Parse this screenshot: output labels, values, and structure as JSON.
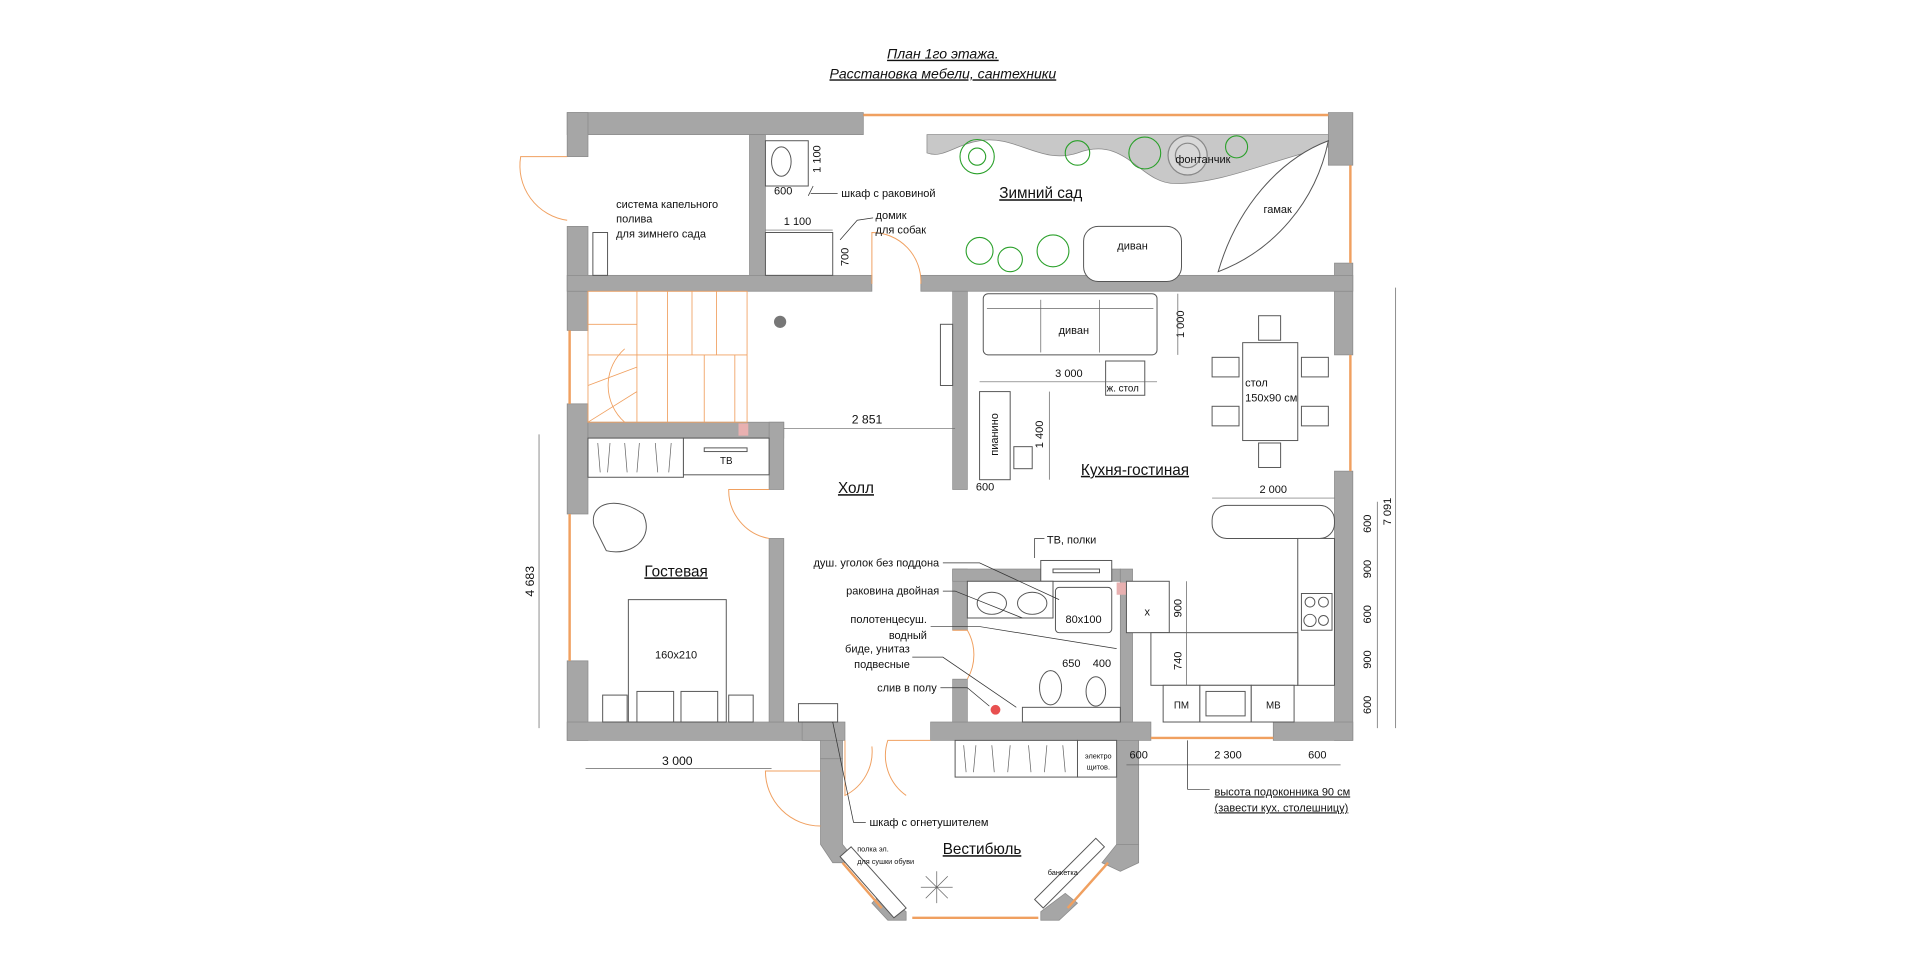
{
  "title": {
    "line1": "План 1го этажа.",
    "line2": "Расстановка мебели, сантехники"
  },
  "rooms": {
    "winter_garden": "Зимний сад",
    "hall": "Холл",
    "guest": "Гостевая",
    "kitchen_living": "Кухня-гостиная",
    "vestibule": "Вестибюль"
  },
  "labels": {
    "drip_1": "система капельного",
    "drip_2": "полива",
    "drip_3": "для зимнего сада",
    "sink_cabinet": "шкаф с раковиной",
    "dog_house_1": "домик",
    "dog_house_2": "для собак",
    "fountain": "фонтанчик",
    "hammock": "гамак",
    "sofa_garden": "диван",
    "sofa_living": "диван",
    "coffee_table": "ж. стол",
    "table_1": "стол",
    "table_2": "150x90 см",
    "piano": "пианино",
    "tv_guest": "ТВ",
    "bed": "160x210",
    "tv_shelves": "ТВ, полки",
    "shower": "душ. уголок без поддона",
    "double_sink": "раковина двойная",
    "towel_1": "полотенцесуш.",
    "towel_2": "водный",
    "bidet_1": "биде, унитаз",
    "bidet_2": "подвесные",
    "drain": "слив в полу",
    "shower_size": "80x100",
    "fridge": "х",
    "dishwasher": "ПМ",
    "microwave": "МВ",
    "panel_1": "электро",
    "panel_2": "щитов.",
    "extinguisher": "шкаф с огнетушителем",
    "shoe_shelf_1": "полка эл.",
    "shoe_shelf_2": "для сушки обуви",
    "bench": "банкетка",
    "sill_1": "высота подоконника 90 см",
    "sill_2": "(завести кух. столешницу)"
  },
  "dimensions": {
    "sink_h": "1 100",
    "sink_w": "600",
    "dog_w": "1 100",
    "dog_h": "700",
    "sofa_depth": "1 000",
    "sofa_len": "3 000",
    "piano_len": "1 400",
    "piano_w": "600",
    "hall_w": "2 851",
    "island": "2 000",
    "fridge_h": "900",
    "counter_h": "740",
    "wc": "650",
    "bidet": "400",
    "win_l": "600",
    "win_mid": "2 300",
    "win_r": "600",
    "guest_w": "3 000",
    "guest_h": "4 683",
    "kitchen_total": "7 091",
    "k1": "600",
    "k2": "900",
    "k3": "600",
    "k4": "900",
    "k5": "600"
  },
  "colors": {
    "wall": "#a6a6a6",
    "window": "#f0a060",
    "plant": "#2aa02a",
    "drain": "#e85050"
  }
}
